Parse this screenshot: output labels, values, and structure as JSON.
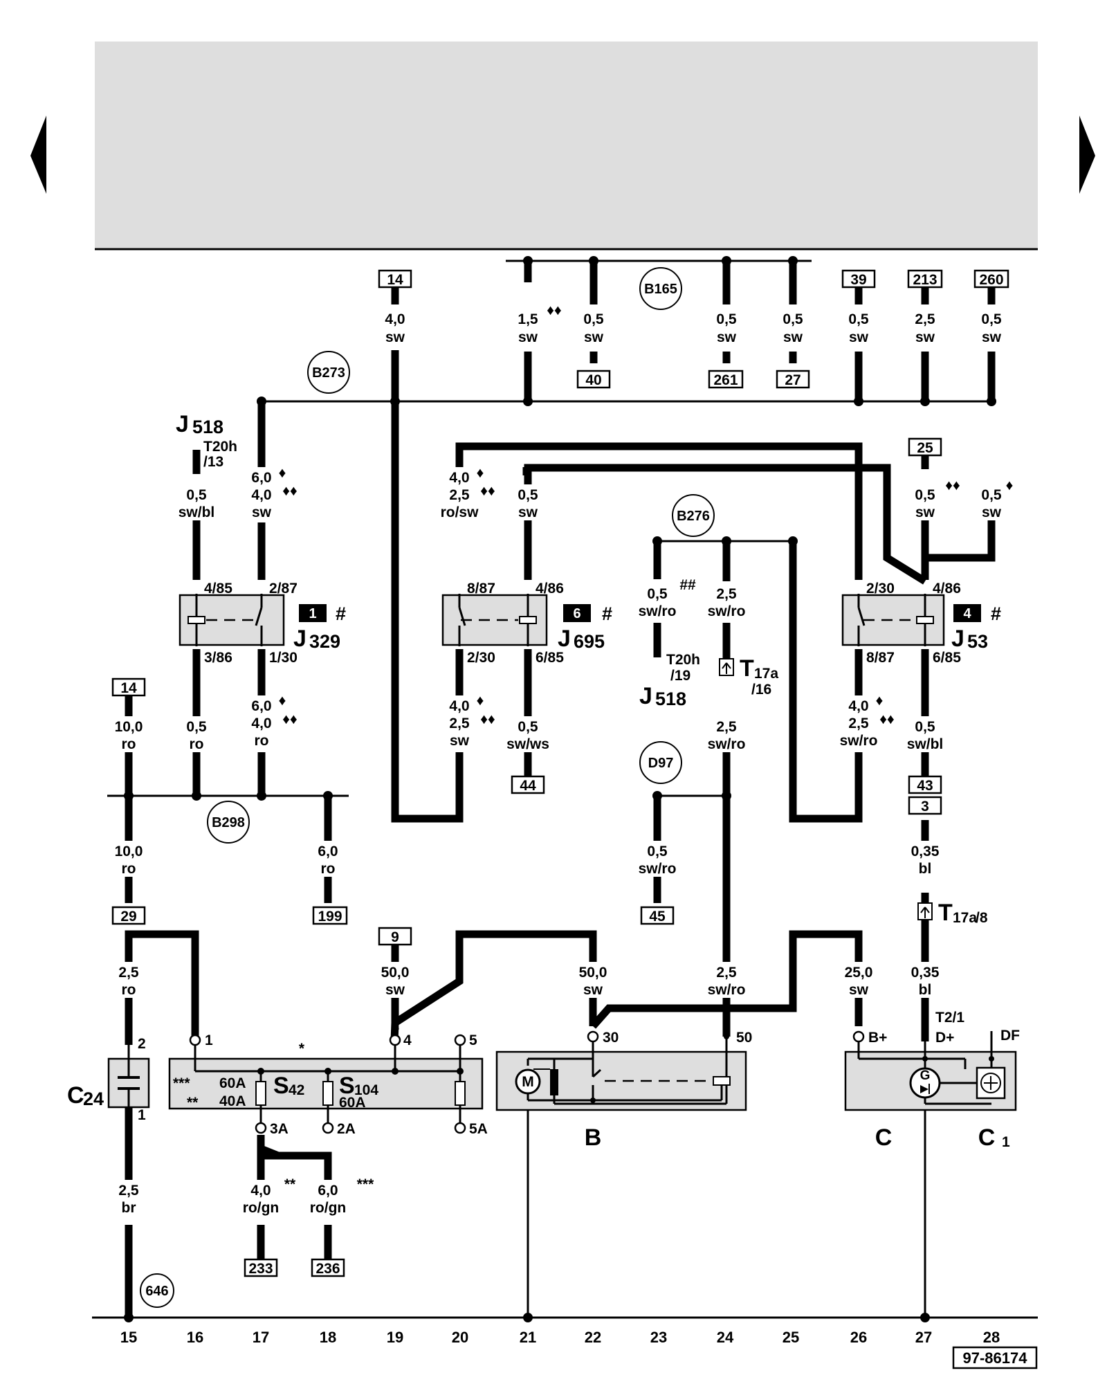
{
  "diagram": {
    "page_code": "97-86174",
    "columns": [
      "15",
      "16",
      "17",
      "18",
      "19",
      "20",
      "21",
      "22",
      "23",
      "24",
      "25",
      "26",
      "27",
      "28"
    ]
  },
  "refs": {
    "r14a": "14",
    "r40": "40",
    "r261": "261",
    "r27": "27",
    "r39": "39",
    "r213": "213",
    "r260": "260",
    "r25": "25",
    "r44": "44",
    "r14b": "14",
    "r29": "29",
    "r199": "199",
    "r9": "9",
    "r45": "45",
    "r43": "43",
    "r3": "3",
    "r233": "233",
    "r236": "236"
  },
  "circles": {
    "b165": "B165",
    "b273": "B273",
    "b276": "B276",
    "b298": "B298",
    "d97": "D97",
    "c646": "646"
  },
  "wires": {
    "w14_s": "4,0",
    "w14_c": "sw",
    "w595_s": "1,5",
    "w595_c": "sw",
    "w670_s": "0,5",
    "w670_c": "sw",
    "w820_s": "0,5",
    "w820_c": "sw",
    "w895_s": "0,5",
    "w895_c": "sw",
    "w970_s": "0,5",
    "w970_c": "sw",
    "w1045_s": "2,5",
    "w1045_c": "sw",
    "w1120_s": "0,5",
    "w1120_c": "sw",
    "j518a_s": "0,5",
    "j518a_c": "sw/bl",
    "j329t_s1": "6,0",
    "j329t_s2": "4,0",
    "j329t_c": "sw",
    "j695tl_s1": "4,0",
    "j695tl_s2": "2,5",
    "j695tl_c": "ro/sw",
    "j695tr_s": "0,5",
    "j695tr_c": "sw",
    "b276l_s": "0,5",
    "b276l_c": "sw/ro",
    "b276r_s": "2,5",
    "b276r_c": "sw/ro",
    "j53tr_s": "0,5",
    "j53tr_c": "sw",
    "j53tr2_s": "0,5",
    "j53tr2_c": "sw",
    "r14b_s": "10,0",
    "r14b_c": "ro",
    "j329bl_s": "0,5",
    "j329bl_c": "ro",
    "j329br_s1": "6,0",
    "j329br_s2": "4,0",
    "j329br_c": "ro",
    "j695bl_s1": "4,0",
    "j695bl_s2": "2,5",
    "j695bl_c": "sw",
    "j695br_s": "0,5",
    "j695br_c": "sw/ws",
    "t17a16_s": "2,5",
    "t17a16_c": "sw/ro",
    "j53bl_s1": "4,0",
    "j53bl_s2": "2,5",
    "j53bl_c": "sw/ro",
    "j53br_s": "0,5",
    "j53br_c": "sw/bl",
    "b298l_s": "10,0",
    "b298l_c": "ro",
    "b298r_s": "6,0",
    "b298r_c": "ro",
    "d97_s": "0,5",
    "d97_c": "sw/ro",
    "w035a_s": "0,35",
    "w035a_c": "bl",
    "c24t_s": "2,5",
    "c24t_c": "ro",
    "s9_s": "50,0",
    "s9_c": "sw",
    "b30_s": "50,0",
    "b30_c": "sw",
    "b50_s": "2,5",
    "b50_c": "sw/ro",
    "cb_s": "25,0",
    "cb_c": "sw",
    "w035b_s": "0,35",
    "w035b_c": "bl",
    "c24b_s": "2,5",
    "c24b_c": "br",
    "f233_s": "4,0",
    "f233_c": "ro/gn",
    "f236_s": "6,0",
    "f236_c": "ro/gn"
  },
  "marks": {
    "d1": "♦",
    "d2": "♦♦",
    "hash": "#",
    "dhash": "##",
    "star": "*",
    "dstar": "**",
    "tstar": "***"
  },
  "pins": {
    "j329_p1": "4/85",
    "j329_p2": "2/87",
    "j329_p3": "3/86",
    "j329_p4": "1/30",
    "j695_p1": "8/87",
    "j695_p2": "4/86",
    "j695_p3": "2/30",
    "j695_p4": "6/85",
    "j53_p1": "2/30",
    "j53_p2": "4/86",
    "j53_p3": "8/87",
    "j53_p4": "6/85",
    "t20h13": "T20h",
    "t20h13b": "/13",
    "t20h19": "T20h",
    "t20h19b": "/19",
    "t17a16a": "/16",
    "t17a8": "/8",
    "fb1": "1",
    "fb4": "4",
    "fb5": "5",
    "fb3a": "3A",
    "fb2a": "2A",
    "fb5a": "5A",
    "c24p2": "2",
    "c24p1": "1",
    "b30": "30",
    "b50": "50",
    "cbplus": "B+",
    "t21": "T2/1",
    "dplus": "D+",
    "df": "DF"
  },
  "components": {
    "j518_main": "J",
    "j518_sub": "518",
    "j518b_main": "J",
    "j518b_sub": "518",
    "j329_main": "J",
    "j329_sub": "329",
    "j329_no": "1",
    "j695_main": "J",
    "j695_sub": "695",
    "j695_no": "6",
    "j53_main": "J",
    "j53_sub": "53",
    "j53_no": "4",
    "t17a_main": "T",
    "t17a_sub": "17a",
    "t17a8_main": "T",
    "t17a8_sub": "17a",
    "c24_main": "C",
    "c24_sub": "24",
    "s42_main": "S",
    "s42_sub": "42",
    "s104_main": "S",
    "s104_sub": "104",
    "s104_amp": "60A",
    "amp60": "60A",
    "amp40": "40A",
    "b_label": "B",
    "m_label": "M",
    "c_label": "C",
    "c1_main": "C",
    "c1_sub": "1",
    "g_label": "G"
  },
  "colors": {
    "header_band": "#dedede",
    "component_fill": "#dedede",
    "ink": "#000000"
  },
  "icons": {
    "prev": "left-triangle-icon",
    "next": "right-triangle-icon"
  }
}
